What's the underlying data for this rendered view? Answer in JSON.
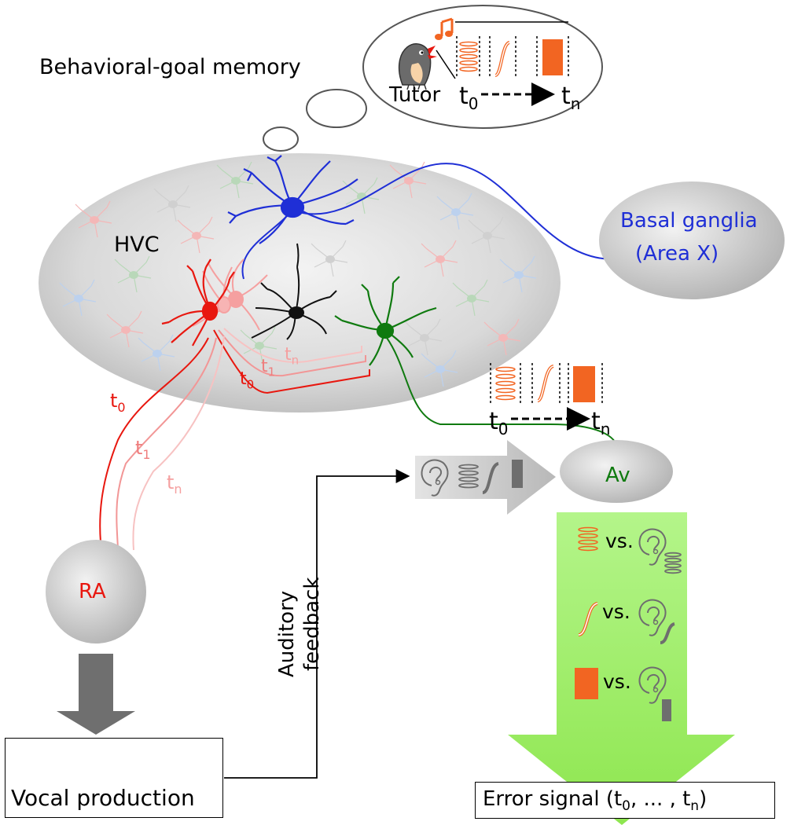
{
  "thought": {
    "title": "Behavioral-goal memory",
    "tutor": "Tutor",
    "t0": "t",
    "t0_sub": "0",
    "tn": "t",
    "tn_sub": "n"
  },
  "hvc": {
    "label": "HVC"
  },
  "basal_ganglia": {
    "line1": "Basal ganglia",
    "line2": "(Area X)"
  },
  "timing_labels": {
    "t0": {
      "t": "t",
      "sub": "0"
    },
    "t1": {
      "t": "t",
      "sub": "1"
    },
    "tn": {
      "t": "t",
      "sub": "n"
    }
  },
  "template_timeline": {
    "t0": "t",
    "t0_sub": "0",
    "tn": "t",
    "tn_sub": "n"
  },
  "av": {
    "label": "Av"
  },
  "ra": {
    "label": "RA"
  },
  "auditory_feedback": {
    "line1": "Auditory",
    "line2": "feedback"
  },
  "vocal_production": {
    "label": "Vocal production"
  },
  "comparisons": {
    "vs1": "vs.",
    "vs2": "vs.",
    "vs3": "vs."
  },
  "error_signal": {
    "label": "Error signal (t",
    "sub0": "0",
    "mid": ", ... , t",
    "subn": "n",
    "end": ")"
  },
  "colors": {
    "ra_red": "#e8170f",
    "basal_blue": "#1f2fd6",
    "av_green": "#0f7a0f",
    "orange": "#f26522",
    "arrow_green": "#9cf15a",
    "gray": "#7a7a7a"
  }
}
